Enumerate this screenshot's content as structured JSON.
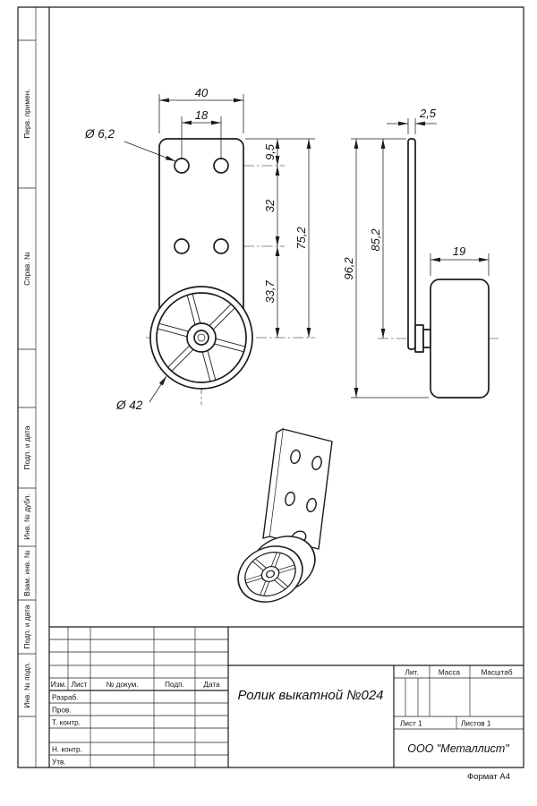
{
  "sheet": {
    "format_note": "Формат А4"
  },
  "left_margin": {
    "labels": [
      "Перв. примен.",
      "Справ. №",
      "Подп. и дата",
      "Инв. № дубл.",
      "Взам. инв. №",
      "Подп. и дата",
      "Инв. № подп."
    ]
  },
  "front_view": {
    "dims": {
      "plate_width": "40",
      "hole_spacing": "18",
      "hole_diameter": "Ø 6,2",
      "top_to_holes": "9,5",
      "between_hole_rows": "32",
      "holes_to_axis": "33,7",
      "top_to_axis": "75,2",
      "wheel_diameter": "Ø 42"
    }
  },
  "side_view": {
    "dims": {
      "plate_thickness": "2,5",
      "overall_height": "96,2",
      "plate_height": "85,2",
      "wheel_width": "19"
    }
  },
  "title_block": {
    "header": {
      "izm": "Изм.",
      "list": "Лист",
      "num_dokum": "№ докум.",
      "podp": "Подп.",
      "data": "Дата"
    },
    "roles": [
      "Разраб.",
      "Пров.",
      "Т. контр.",
      "Н. контр.",
      "Утв."
    ],
    "doc_title": "Ролик выкатной №024",
    "lit_label": "Лит.",
    "massa_label": "Масса",
    "masshtab_label": "Масштаб",
    "sheet_current": "Лист 1",
    "sheets_total": "Листов 1",
    "company": "ООО \"Металлист\""
  }
}
